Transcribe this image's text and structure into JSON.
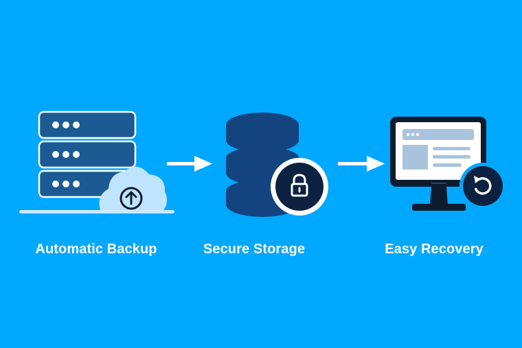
{
  "colors": {
    "background": "#00a8ff",
    "server_fill": "#1c5a94",
    "server_outline": "#ffffff",
    "cloud_fill": "#bfe4ff",
    "database_fill": "#13447f",
    "monitor_frame": "#0d1b2e",
    "badge_fill": "#0d2240",
    "label_text": "#ffffff"
  },
  "steps": [
    {
      "label": "Automatic Backup",
      "icon": "server-cloud-upload-icon"
    },
    {
      "label": "Secure Storage",
      "icon": "database-lock-icon"
    },
    {
      "label": "Easy Recovery",
      "icon": "monitor-restore-icon"
    }
  ],
  "connectors": [
    "arrow-right-icon",
    "arrow-right-icon"
  ]
}
